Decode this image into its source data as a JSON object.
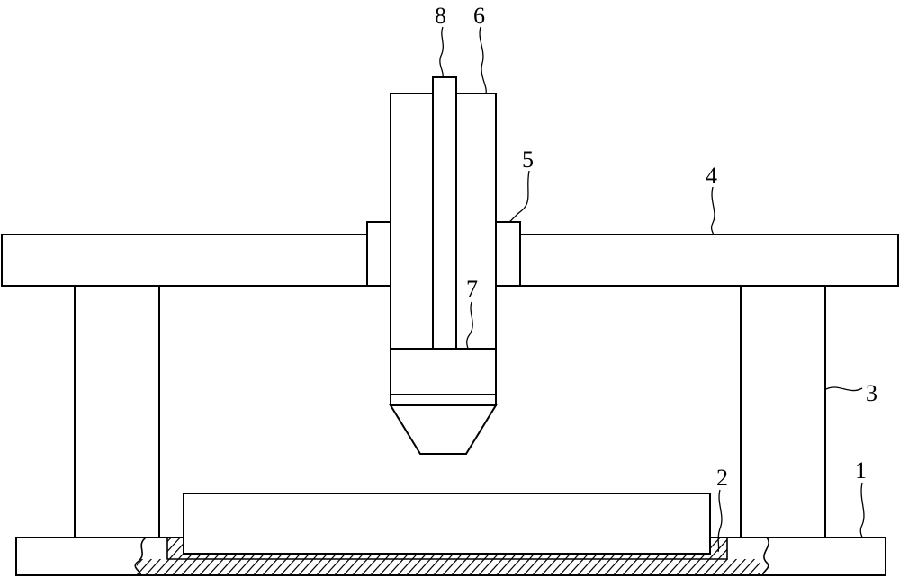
{
  "diagram": {
    "labels": {
      "l1": "1",
      "l2": "2",
      "l3": "3",
      "l4": "4",
      "l5": "5",
      "l6": "6",
      "l7": "7",
      "l8": "8"
    },
    "colors": {
      "stroke": "#000000",
      "fill": "#ffffff"
    }
  }
}
